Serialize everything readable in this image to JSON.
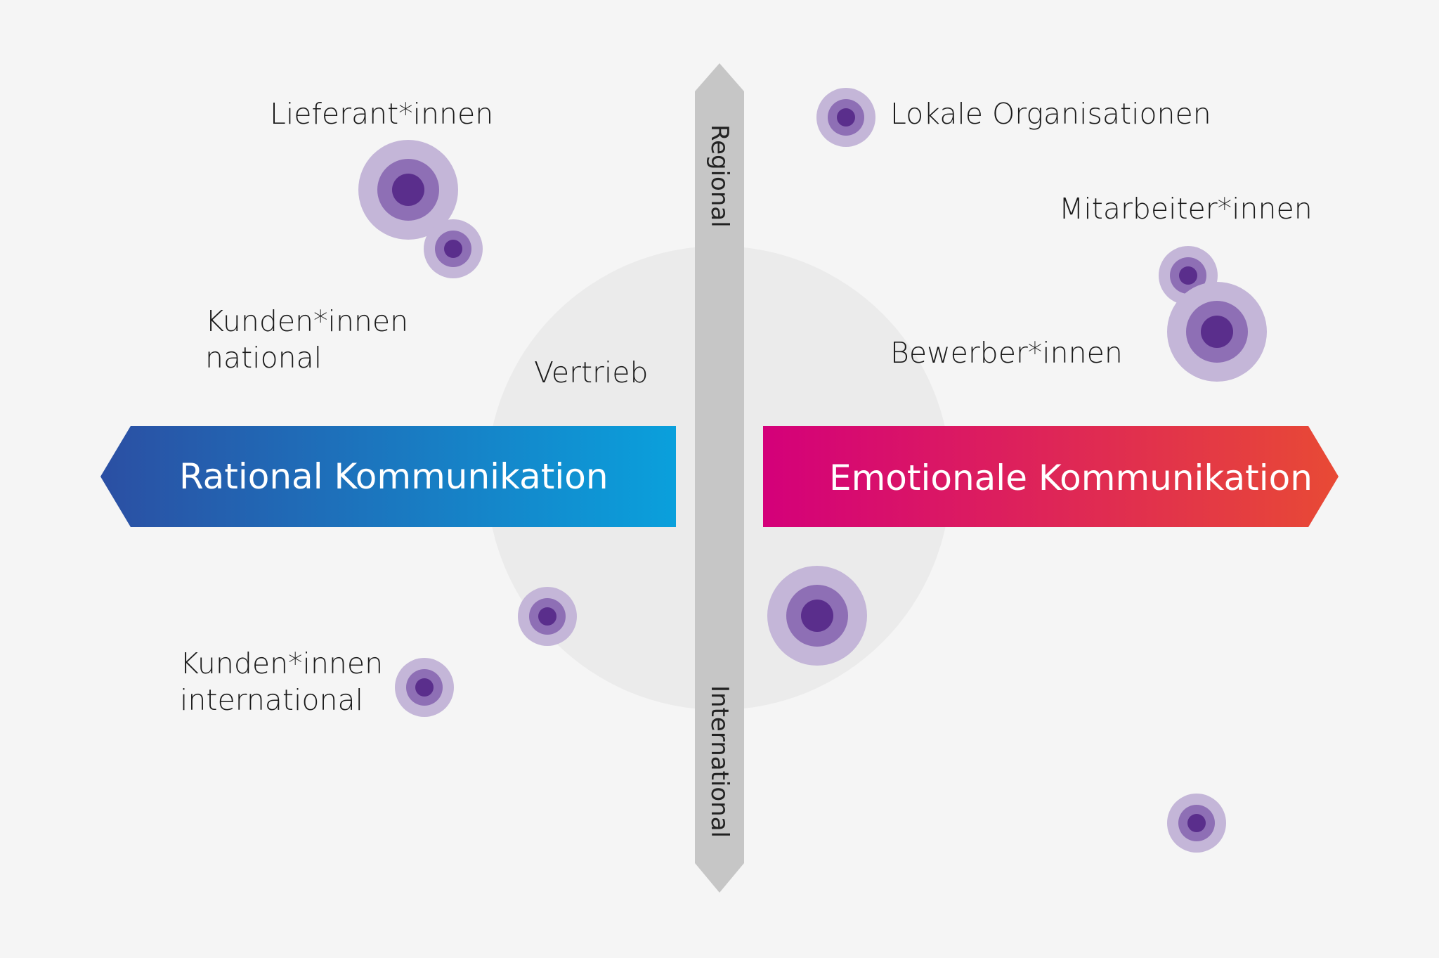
{
  "diagram": {
    "axis": {
      "top_label": "Regional",
      "bottom_label": "International"
    },
    "arrows": {
      "left_label": "Rational Kommunikation",
      "right_label": "Emotionale Kommunikation",
      "left_colors": [
        "#2b4fa3",
        "#0aa0dc"
      ],
      "right_colors": [
        "#d4007a",
        "#e84a35"
      ]
    },
    "labels": {
      "lieferanten": "Lieferant*innen",
      "lokale": "Lokale Organisationen",
      "mitarbeiter": "Mitarbeiter*innen",
      "kunden_national": "Kunden*innen\nnational",
      "vertrieb": "Vertrieb",
      "bewerber": "Bewerber*innen",
      "kunden_international": "Kunden*innen\ninternational"
    },
    "colors": {
      "background": "#f5f5f5",
      "center_circle": "#ebebeb",
      "axis_bar": "#c6c6c6",
      "target_outer": "#c4b6d8",
      "target_mid": "#8e6fb5",
      "target_core": "#5a2e8c"
    }
  }
}
